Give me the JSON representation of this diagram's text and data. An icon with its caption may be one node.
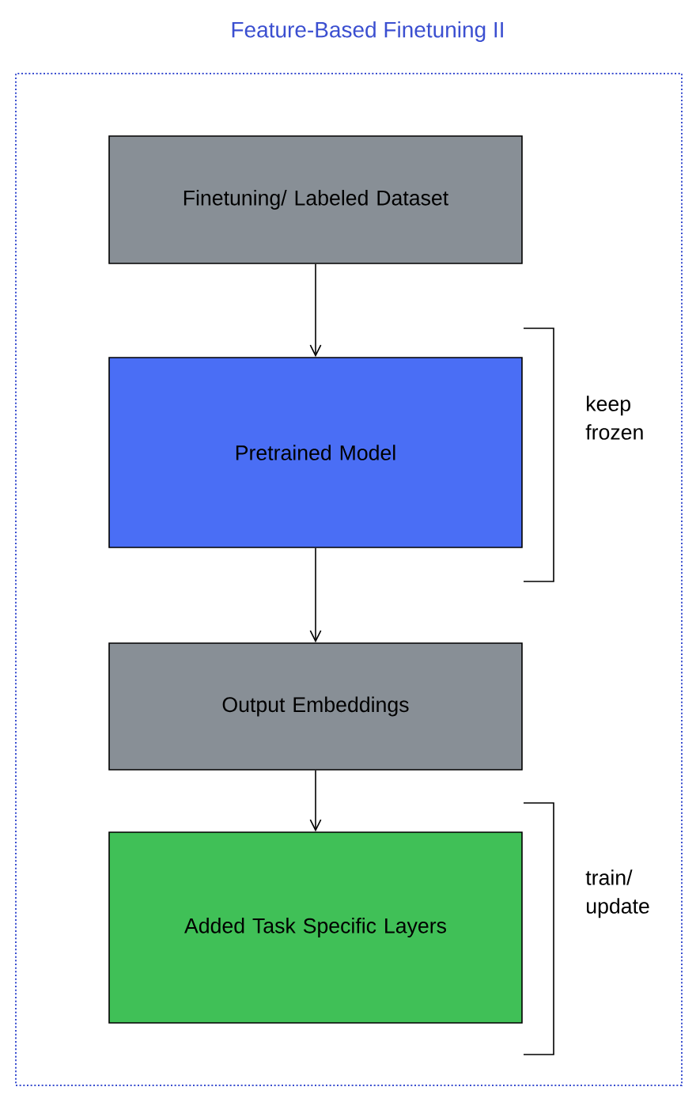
{
  "diagram": {
    "nodes": [
      {
        "text": [
          "Feature-Based Finetuning II"
        ]
      },
      {
        "text": [
          "Finetuning/ Labeled Dataset"
        ],
        "in": 0
      },
      {
        "text": [
          "Pretrained Model"
        ],
        "in": 0
      },
      {
        "text": [
          "Output Embeddings"
        ],
        "in": 0
      },
      {
        "text": [
          "Added Task Specific Layers"
        ],
        "in": 0
      }
    ],
    "edges": [
      {
        "from": 1,
        "to": 2,
        "arrow": "to"
      },
      {
        "from": 2,
        "to": 3,
        "arrow": "to"
      },
      {
        "from": 3,
        "to": 4,
        "arrow": "to"
      }
    ],
    "labels": [
      "keep frozen",
      "train/ update"
    ]
  }
}
